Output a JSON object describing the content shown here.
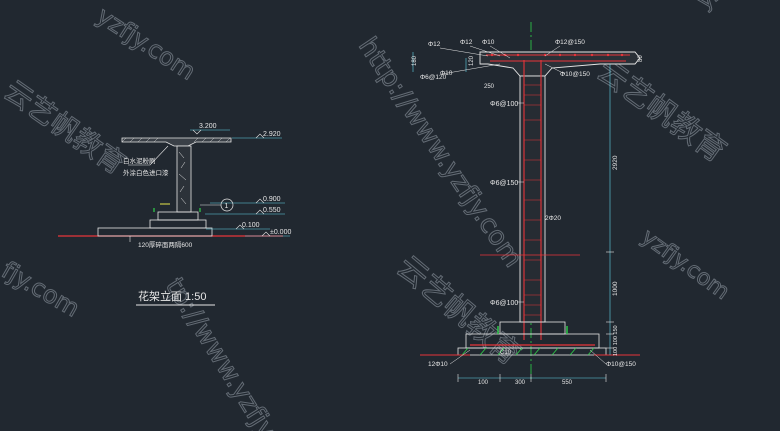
{
  "watermarks": {
    "url": "http://www.yzfjy.com",
    "url_short": "yzfjy.com",
    "url_tail": "fjy.com",
    "url_mid": "tp://www.yzfjy",
    "brand": "云艺帆教育"
  },
  "elevation": {
    "title": "花架立面 1:50",
    "level_top": "3.200",
    "level_2920": "2.920",
    "level_0900": "0.900",
    "level_0550": "0.550",
    "level_0100": "0.100",
    "level_0000": "±0.000",
    "note_plaster": "白水泥粉刷",
    "note_paint": "外涂白色进口漆",
    "note_base": "120厚碎面两隔600",
    "callout": "1"
  },
  "section": {
    "top_p12_a": "Φ12",
    "top_p12_b": "Φ12",
    "top_p10_a": "Φ10",
    "top_p12_150": "Φ12@150",
    "dim_top_left": "180",
    "dim_top_mid": "120",
    "top_p6_120": "Φ6@120",
    "top_p10_b": "Φ10",
    "top_p10_150": "Φ10@150",
    "dim_top_right": "80",
    "col_250": "250",
    "stir_100_a": "Φ6@100",
    "stir_150": "Φ6@150",
    "main_bar": "2Φ20",
    "stir_100_b": "Φ6@100",
    "dim_height": "2920",
    "dim_low": "1000",
    "dim_base": "100 100 150",
    "base_c10": "C10",
    "base_bars": "12Φ10",
    "base_grid": "Φ10@150",
    "dim_w1": "100",
    "dim_w2": "300",
    "dim_w3": "550"
  },
  "colors": {
    "bg": "#212830",
    "line": "#e6e6e6",
    "red": "#e8343a",
    "green": "#2fd24b",
    "cyan": "#63d3e8",
    "yellow": "#e6e64a"
  }
}
